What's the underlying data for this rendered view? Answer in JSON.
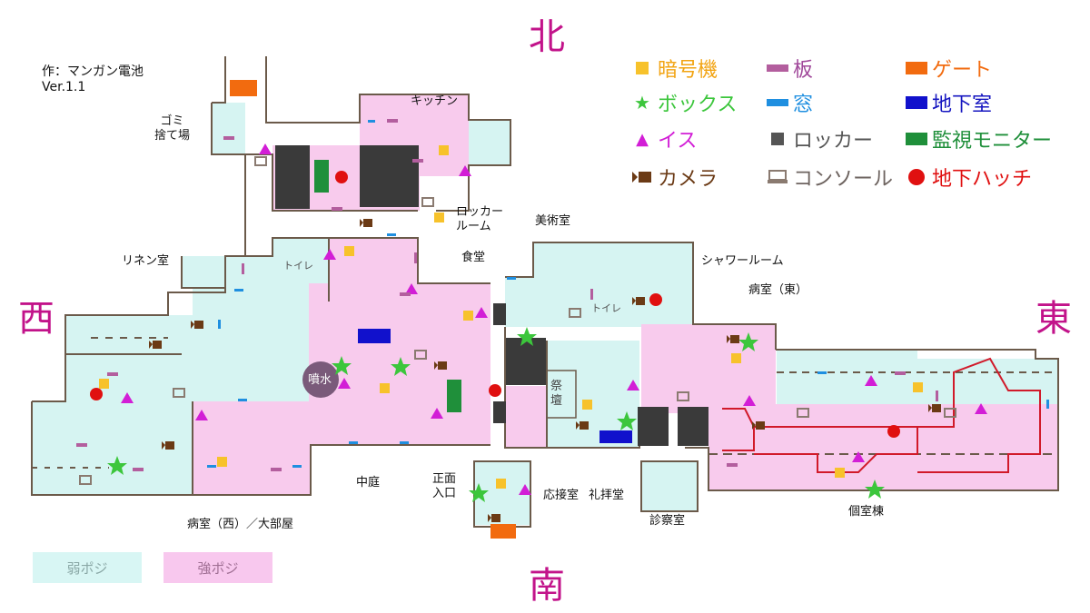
{
  "compass": {
    "north": "北",
    "south": "南",
    "west": "西",
    "east": "東"
  },
  "credit": {
    "author": "作：マンガン電池",
    "version": "Ver.1.1"
  },
  "legend": [
    {
      "icon": "yellow-square-icon",
      "label": "暗号機",
      "color": "#f7c22b"
    },
    {
      "icon": "pink-bar-icon",
      "label": "板",
      "color": "#b35e9e"
    },
    {
      "icon": "orange-rect-icon",
      "label": "ゲート",
      "color": "#f26b0f"
    },
    {
      "icon": "green-star-icon",
      "label": "ボックス",
      "color": "#3cc63c"
    },
    {
      "icon": "blue-bar-icon",
      "label": "窓",
      "color": "#1f8fe0"
    },
    {
      "icon": "navy-rect-icon",
      "label": "地下室",
      "color": "#1111cc"
    },
    {
      "icon": "magenta-triangle-icon",
      "label": "イス",
      "color": "#d21ed6"
    },
    {
      "icon": "dark-square-icon",
      "label": "ロッカー",
      "color": "#555555"
    },
    {
      "icon": "green-rect-icon",
      "label": "監視モニター",
      "color": "#1f8f3a"
    },
    {
      "icon": "camera-icon",
      "label": "カメラ",
      "color": "#6b3a15"
    },
    {
      "icon": "console-icon",
      "label": "コンソール",
      "color": "#8a7a70"
    },
    {
      "icon": "red-dot-icon",
      "label": "地下ハッチ",
      "color": "#e01010"
    }
  ],
  "labels": {
    "garbage": "ゴミ\n捨て場",
    "kitchen": "キッチン",
    "locker_room": "ロッカー\nルーム",
    "art_room": "美術室",
    "linen": "リネン室",
    "toilet_w": "トイレ",
    "toilet_e": "トイレ",
    "dining": "食堂",
    "shower": "シャワールーム",
    "ward_east": "病室（東）",
    "fountain": "噴水",
    "altar": "祭\n壇",
    "courtyard": "中庭",
    "entrance": "正面\n入口",
    "reception": "応接室",
    "chapel": "礼拝堂",
    "clinic": "診察室",
    "private_ward": "個室棟",
    "ward_west": "病室（西）／大部屋"
  },
  "positions": {
    "weak": {
      "label": "弱ポジ",
      "color": "#d8f6f4"
    },
    "strong": {
      "label": "強ポジ",
      "color": "#f8c8ee"
    }
  }
}
